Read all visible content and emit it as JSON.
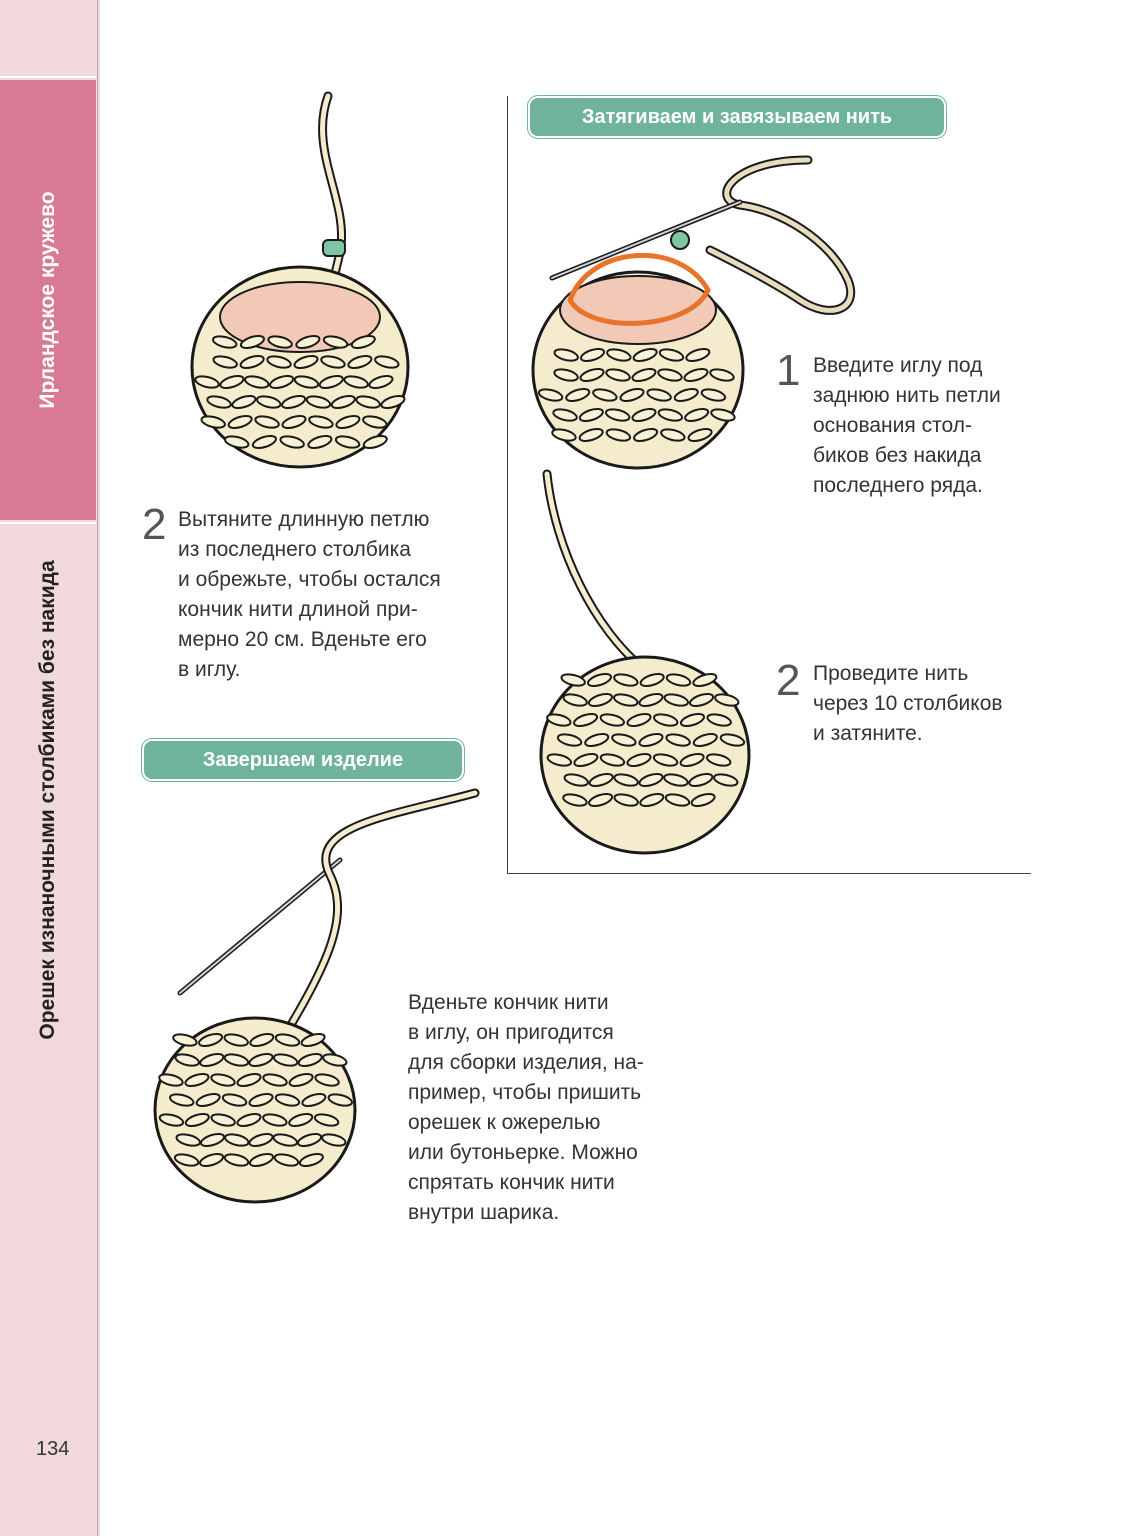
{
  "sidebar": {
    "section_label": "Ирландское кружево",
    "chapter_label": "Орешек изнаночными столбиками без накида",
    "page_number": "134"
  },
  "right_header": "Затягиваем и завязываем нить",
  "left_header": "Завершаем изделие",
  "step_left_2": {
    "number": "2",
    "lines": [
      "Вытяните длинную петлю",
      "из последнего столбика",
      "и обрежьте, чтобы остался",
      "кончик нити длиной при-",
      "мерно 20 см. Вденьте его",
      "в иглу."
    ]
  },
  "step_right_1": {
    "number": "1",
    "lines": [
      "Введите иглу под",
      "заднюю нить петли",
      "основания стол-",
      "биков без накида",
      "последнего ряда."
    ]
  },
  "step_right_2": {
    "number": "2",
    "lines": [
      "Проведите нить",
      "через 10 столбиков",
      "и затяните."
    ]
  },
  "final_text": {
    "lines": [
      "Вденьте кончик нити",
      "в иглу, он пригодится",
      "для сборки изделия, на-",
      "пример, чтобы пришить",
      "орешек к ожерелью",
      "или бутоньерке. Можно",
      "спрятать кончик нити",
      "внутри шарика."
    ]
  },
  "colors": {
    "yarn": "#f4eccc",
    "outline": "#1a1a1a",
    "header_green": "#6fb49a",
    "sidebar_pink": "#d87a93",
    "sidebar_light": "#f1d8dc",
    "accent_orange": "#e8732a",
    "marker_green": "#7fc5a5"
  }
}
